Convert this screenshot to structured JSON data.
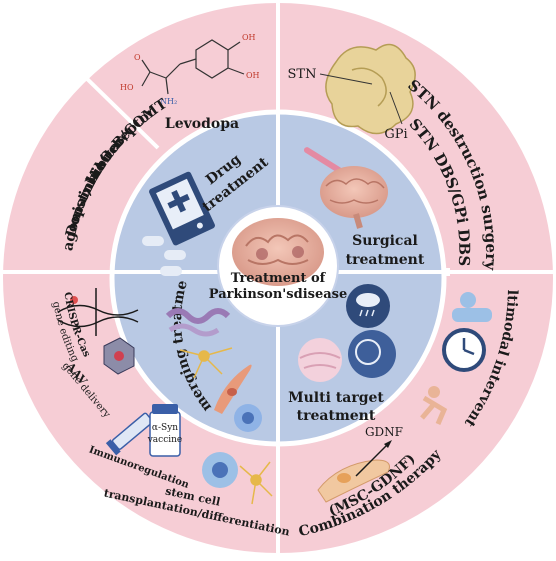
{
  "center": {
    "line1": "Treatment of",
    "line2": "Parkinson'sdisease"
  },
  "inner_quadrants": {
    "drug": {
      "line1": "Drug",
      "line2": "treatment"
    },
    "surgical": {
      "line1": "Surgical",
      "line2": "treatment"
    },
    "emerging": {
      "label": "Emerging treatment"
    },
    "multi_target": {
      "line1": "Multi target",
      "line2": "treatment"
    }
  },
  "outer": {
    "levodopa": "Levodopa",
    "dopamine_line1": "Dopamine receptor",
    "dopamine_line2": "agonist; MAO-B/COMT",
    "dopamine_line3": "inhibitor",
    "stn_label": "STN",
    "gpi_label": "GPi",
    "stn_destruction": "STN destruction surgery",
    "stn_dbs": "STN DBS/GPi DBS",
    "multimodal": "Multimodal intervention",
    "combination_line1": "Combination therapy",
    "combination_line2": "(MSC-GDNF)",
    "gdnf": "GDNF",
    "crispr": "CRISPR-Cas",
    "gene_editing": "gene editing",
    "aav": "AAV",
    "gene_delivery": "gene delivery",
    "syn_line1": "α-Syn",
    "syn_line2": "vaccine",
    "immunoregulation": "Immunoregulation",
    "stem_line1": "stem cell",
    "stem_line2": "transplantation/differentiation"
  },
  "levodopa_structure": {
    "oh1": "OH",
    "oh2": "OH",
    "ho": "HO",
    "o": "O",
    "nh2": "NH₂"
  },
  "colors": {
    "outer_ring": "#f6cdd5",
    "inner_ring": "#b9c9e4",
    "divider": "#ffffff",
    "center": "#ffffff"
  }
}
